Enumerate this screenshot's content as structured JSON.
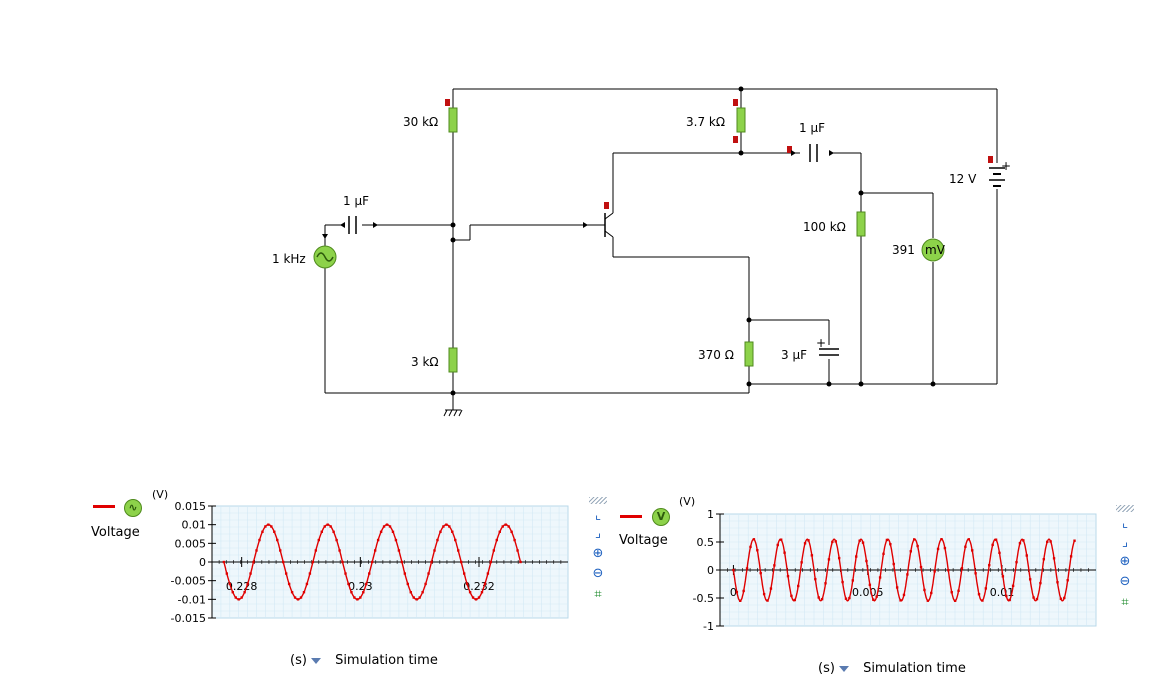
{
  "circuit": {
    "r_top_bias": "30 kΩ",
    "r_collector": "3.7 kΩ",
    "c_out": "1 µF",
    "supply": "12 V",
    "c_in": "1 µF",
    "source": "1 kHz",
    "r_load": "100 kΩ",
    "meter_value": "391",
    "meter_unit": "mV",
    "r_emitter": "370 Ω",
    "c_emitter": "3 µF",
    "r_bottom_bias": "3 kΩ"
  },
  "graph_left": {
    "legend_label": "Voltage",
    "y_unit": "(V)",
    "y_ticks": [
      "0.015",
      "0.01",
      "0.005",
      "0",
      "-0.005",
      "-0.01",
      "-0.015"
    ],
    "x_ticks": [
      "0.228",
      "0.23",
      "0.232"
    ],
    "x_unit": "(s)",
    "x_label": "Simulation time",
    "icon": "sine-source-icon",
    "color": "#e00000"
  },
  "graph_right": {
    "legend_label": "Voltage",
    "y_unit": "(V)",
    "y_ticks": [
      "1",
      "0.5",
      "0",
      "-0.5",
      "-1"
    ],
    "x_ticks": [
      "0",
      "0.005",
      "0.01"
    ],
    "x_unit": "(s)",
    "x_label": "Simulation time",
    "icon": "voltmeter-icon",
    "icon_text": "V",
    "color": "#e00000"
  },
  "chart_data": [
    {
      "type": "line",
      "x_range": [
        0.2275,
        0.2335
      ],
      "ylim": [
        -0.015,
        0.015
      ],
      "series": [
        {
          "shape": "sine",
          "amplitude": 0.01,
          "frequency_hz": 1000,
          "x_start": 0.2277,
          "x_end": 0.2327
        }
      ]
    },
    {
      "type": "line",
      "x_range": [
        -0.0005,
        0.0135
      ],
      "ylim": [
        -1,
        1
      ],
      "series": [
        {
          "shape": "sine",
          "amplitude": 0.55,
          "frequency_hz": 1000,
          "x_start": 0.0,
          "x_end": 0.0127
        }
      ]
    }
  ]
}
